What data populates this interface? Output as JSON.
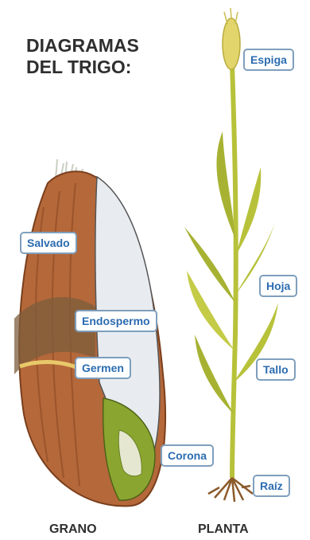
{
  "title": {
    "line1": "DIAGRAMAS",
    "line2": "DEL TRIGO:"
  },
  "grain": {
    "caption": "GRANO",
    "labels": {
      "bran": "Salvado",
      "endosperm": "Endospermo",
      "germ": "Germen"
    }
  },
  "plant": {
    "caption": "PLANTA",
    "labels": {
      "head": "Espiga",
      "leaf": "Hoja",
      "stem": "Tallo",
      "crown": "Corona",
      "root": "Raíz"
    }
  },
  "colors": {
    "label_text": "#2b6cb0",
    "label_border": "#7f9fbd",
    "grain_hull": "#b5683a",
    "grain_endosperm": "#e8ecf0",
    "grain_germ": "#8aa630",
    "plant_green": "#b7c23a",
    "root_brown": "#8b5a2b"
  }
}
